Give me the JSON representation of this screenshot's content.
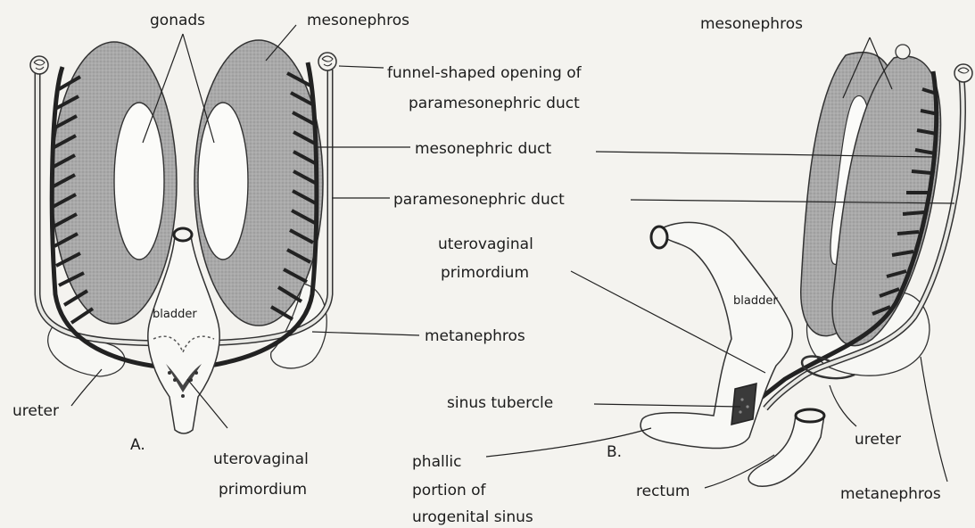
{
  "panel_a": {
    "letter": "A.",
    "labels": {
      "gonads": "gonads",
      "mesonephros": "mesonephros",
      "funnel_line1": "funnel-shaped opening of",
      "funnel_line2": "paramesonephric duct",
      "mesonephric_duct": "mesonephric duct",
      "paramesonephric_duct": "paramesonephric duct",
      "bladder": "bladder",
      "metanephros": "metanephros",
      "ureter": "ureter",
      "uterovaginal_line1": "uterovaginal",
      "uterovaginal_line2": "primordium"
    }
  },
  "panel_b": {
    "letter": "B.",
    "labels": {
      "mesonephros": "mesonephros",
      "uterovaginal_line1": "uterovaginal",
      "uterovaginal_line2": "primordium",
      "bladder": "bladder",
      "sinus_tubercle": "sinus tubercle",
      "phallic_line1": "phallic",
      "phallic_line2": "portion of",
      "phallic_line3": "urogenital sinus",
      "rectum": "rectum",
      "ureter": "ureter",
      "metanephros": "metanephros"
    }
  }
}
